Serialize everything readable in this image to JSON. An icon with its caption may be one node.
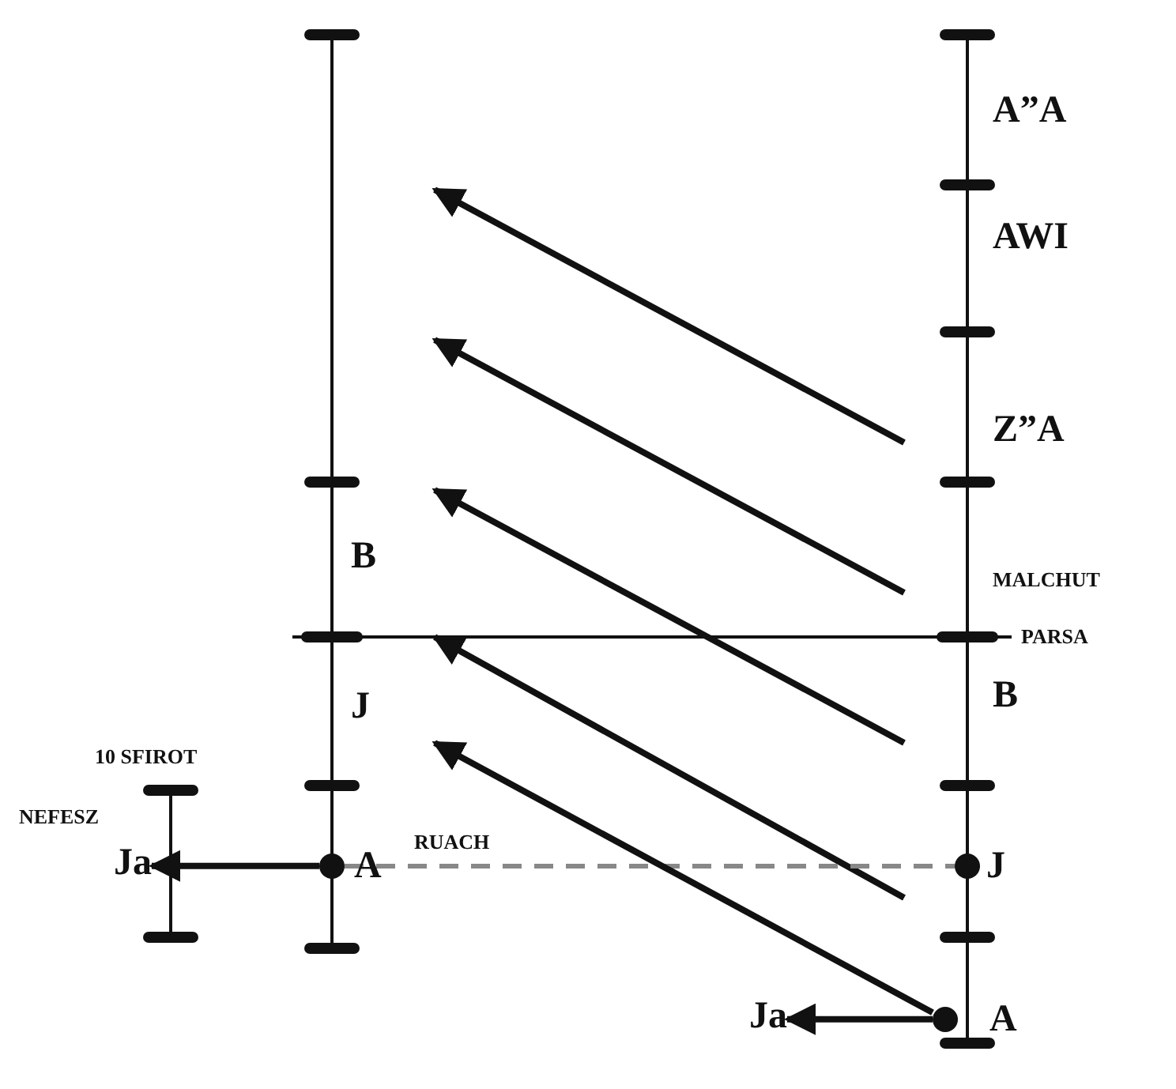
{
  "diagram": {
    "nodes": [
      {
        "text": [
          "Ja"
        ]
      },
      {
        "text": [],
        "shape": "circle"
      },
      {
        "text": [],
        "shape": "circle"
      },
      {
        "text": [],
        "shape": "circle"
      },
      {
        "text": [
          "Ja"
        ]
      }
    ],
    "edges": [
      {
        "from": 1,
        "to": 0,
        "arrow": "to"
      },
      {
        "from": 1,
        "to": 2,
        "arrow": "none",
        "style": "dashed",
        "color": "#888888"
      },
      {
        "from": 3,
        "to": null,
        "arrow": "to"
      },
      {
        "from": 3,
        "to": 4,
        "arrow": "to"
      }
    ],
    "labels": [
      "A”A",
      "AWI",
      "Z”A",
      "B",
      "MALCHUT",
      "PARSA",
      "J",
      "B",
      "10 SFIROT",
      "NEFESZ",
      "RUACH",
      "A",
      "J",
      "A"
    ]
  }
}
